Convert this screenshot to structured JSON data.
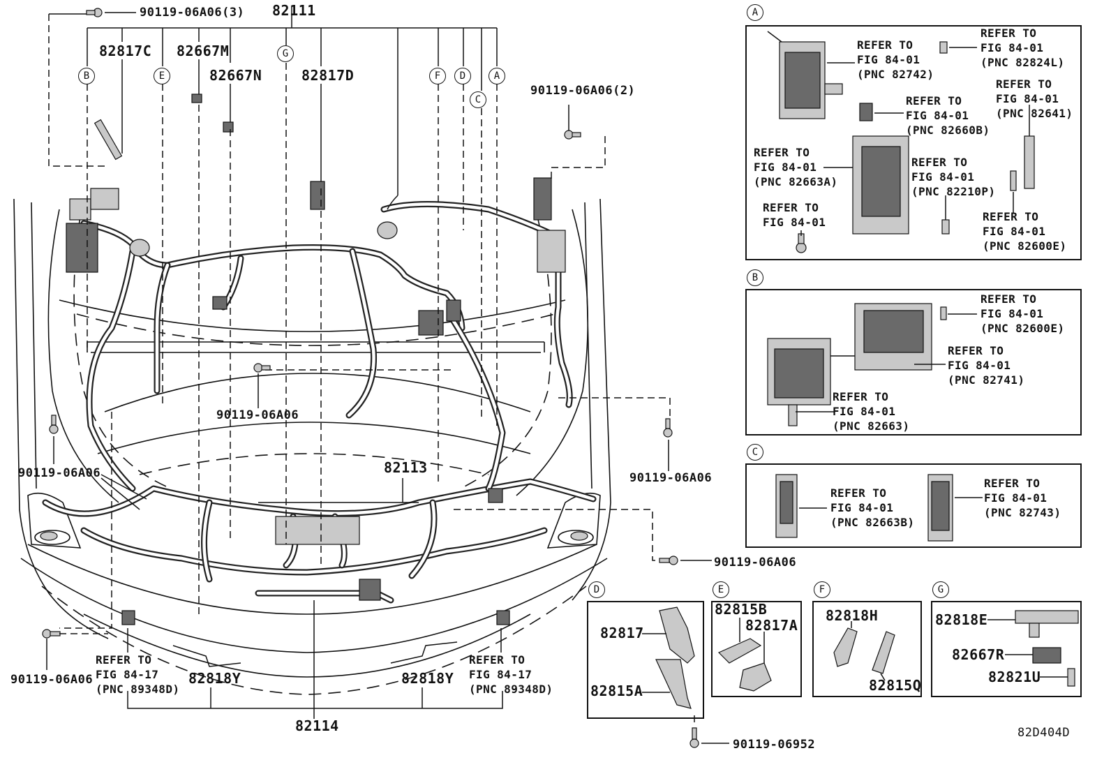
{
  "diagram_code": "82D404D",
  "main": {
    "harness_top": "82111",
    "harness_mid": "82113",
    "harness_bottom": "82114",
    "bracket_c": "82817C",
    "connector_m": "82667M",
    "connector_n": "82667N",
    "bracket_d": "82817D",
    "bolt_3": "90119-06A06(3)",
    "bolt_2": "90119-06A06(2)",
    "bolt_center": "90119-06A06",
    "bolt_left": "90119-06A06",
    "bolt_right": "90119-06A06",
    "bolt_lower_right": "90119-06A06",
    "bolt_bottom_left": "90119-06A06",
    "bolt_bottom": "90119-06952",
    "clamp_left": "82818Y",
    "clamp_right": "82818Y",
    "refer_left": "REFER TO\nFIG 84-17\n(PNC 89348D)",
    "refer_right": "REFER TO\nFIG 84-17\n(PNC 89348D)",
    "callouts": [
      "B",
      "E",
      "G",
      "F",
      "D",
      "C",
      "A"
    ]
  },
  "panel_a": {
    "tag": "A",
    "refs": [
      "REFER TO\nFIG 84-01\n(PNC 82742)",
      "REFER TO\nFIG 84-01\n(PNC 82824L)",
      "REFER TO\nFIG 84-01\n(PNC 82660B)",
      "REFER TO\nFIG 84-01\n(PNC 82641)",
      "REFER TO\nFIG 84-01\n(PNC 82663A)",
      "REFER TO\nFIG 84-01\n(PNC 82210P)",
      "REFER TO\nFIG 84-01",
      "REFER TO\nFIG 84-01\n(PNC 82600E)"
    ]
  },
  "panel_b": {
    "tag": "B",
    "refs": [
      "REFER TO\nFIG 84-01\n(PNC 82600E)",
      "REFER TO\nFIG 84-01\n(PNC 82741)",
      "REFER TO\nFIG 84-01\n(PNC 82663)"
    ]
  },
  "panel_c": {
    "tag": "C",
    "refs": [
      "REFER TO\nFIG 84-01\n(PNC 82663B)",
      "REFER TO\nFIG 84-01\n(PNC 82743)"
    ]
  },
  "panel_d": {
    "tag": "D",
    "part_1": "82817",
    "part_2": "82815A"
  },
  "panel_e": {
    "tag": "E",
    "part_1": "82815B",
    "part_2": "82817A"
  },
  "panel_f": {
    "tag": "F",
    "part_1": "82818H",
    "part_2": "82815Q"
  },
  "panel_g": {
    "tag": "G",
    "part_1": "82818E",
    "part_2": "82667R",
    "part_3": "82821U"
  }
}
